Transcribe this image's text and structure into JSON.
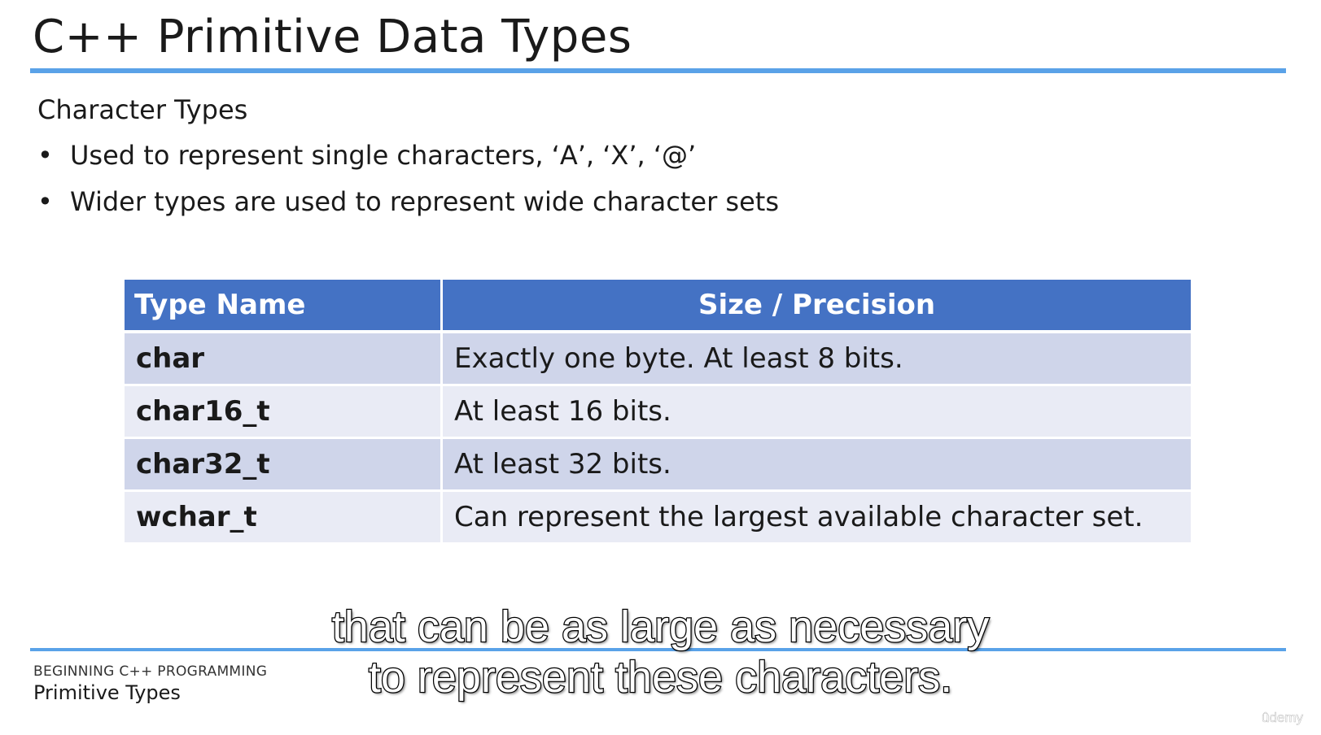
{
  "slide": {
    "title": "C++ Primitive Data Types",
    "section_heading": "Character Types",
    "bullets": [
      "Used to represent single characters, ‘A’, ‘X’, ‘@’",
      "Wider types are used to represent wide character sets"
    ],
    "bullet_glyph": "•"
  },
  "table": {
    "headers": [
      "Type Name",
      "Size / Precision"
    ],
    "rows": [
      [
        "char",
        "Exactly one byte.  At least 8 bits."
      ],
      [
        "char16_t",
        "At least 16 bits."
      ],
      [
        "char32_t",
        "At least 32 bits."
      ],
      [
        "wchar_t",
        "Can represent the largest available character set."
      ]
    ]
  },
  "footer": {
    "course": "BEGINNING C++ PROGRAMMING",
    "topic": "Primitive Types"
  },
  "caption": {
    "lines": [
      "that can be as large as necessary",
      "to represent these characters."
    ]
  },
  "watermark": {
    "text": "ûdemy"
  },
  "colors": {
    "accent_rule": "#5aa2e8",
    "table_header": "#4472c4",
    "row_dark": "#cfd5ea",
    "row_light": "#e9ebf5"
  }
}
